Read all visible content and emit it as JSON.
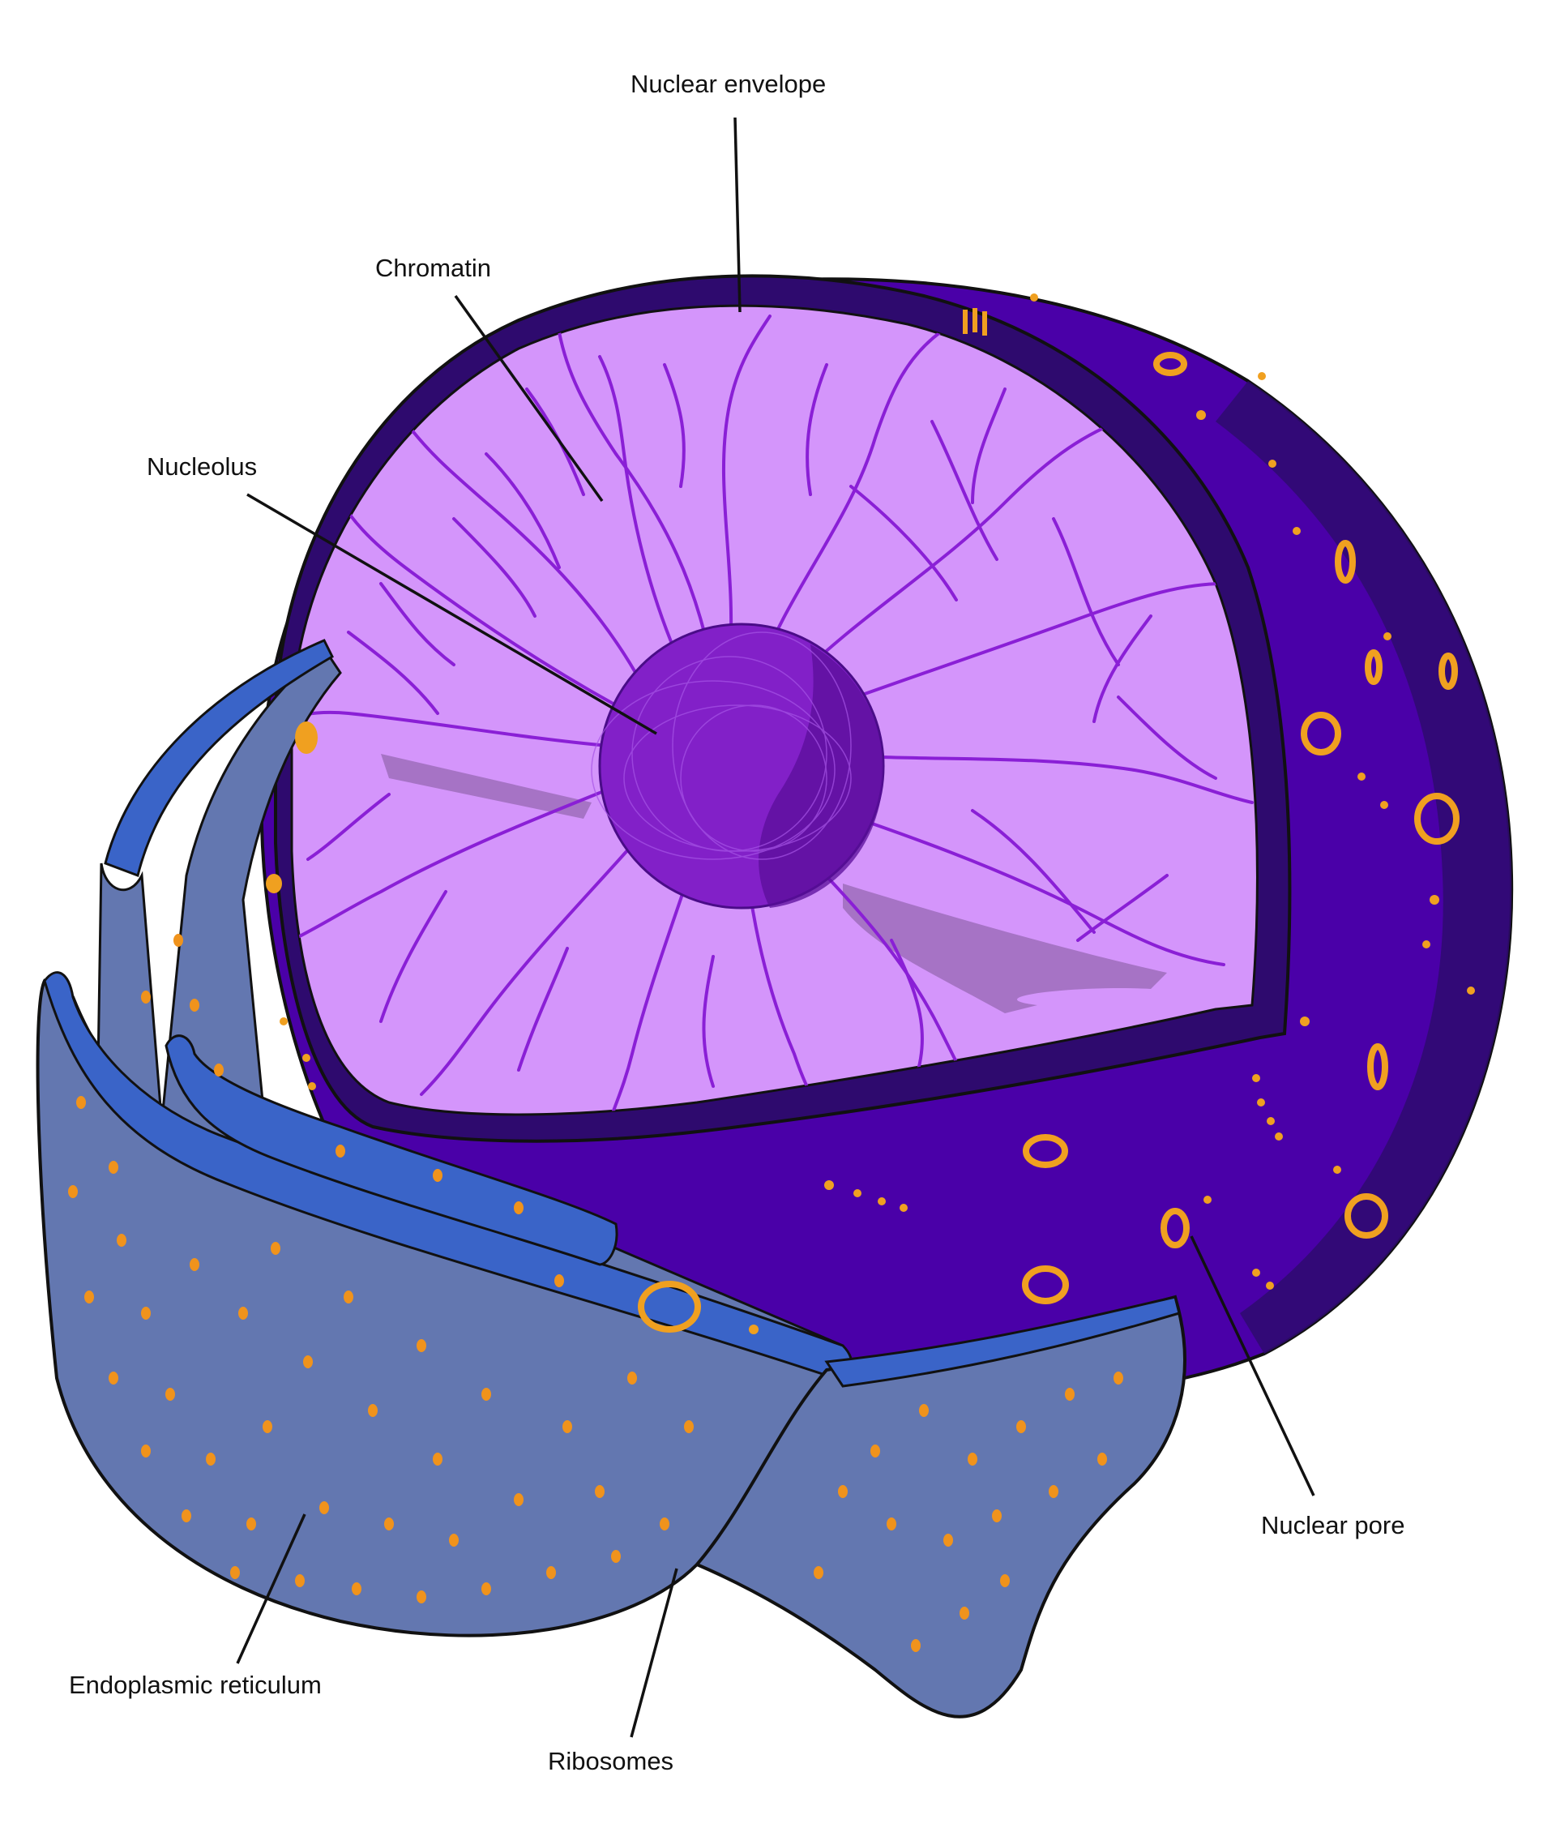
{
  "labels": {
    "nuclear_envelope": "Nuclear envelope",
    "chromatin": "Chromatin",
    "nucleolus": "Nucleolus",
    "nuclear_pore": "Nuclear pore",
    "endoplasmic_reticulum": "Endoplasmic reticulum",
    "ribosomes": "Ribosomes"
  },
  "colors": {
    "envelope_dark": "#2E0A6E",
    "envelope_outer": "#4A00A8",
    "nucleoplasm": "#D495FB",
    "chromatin": "#8A1FD6",
    "nucleolus": "#8220C8",
    "er_blue": "#6377B0",
    "er_edge": "#3A64C8",
    "ribosome": "#F0931C",
    "pore": "#F0A020"
  }
}
